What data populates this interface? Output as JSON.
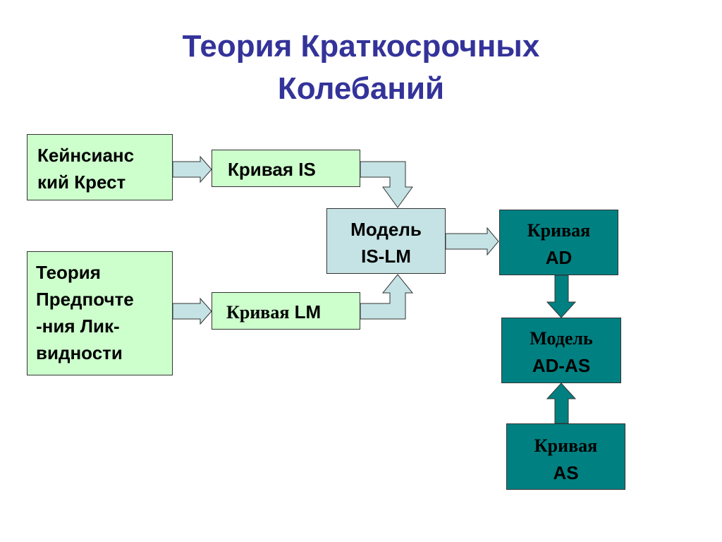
{
  "title": {
    "line1": "Теория Краткосрочных",
    "line2": "Колебаний"
  },
  "boxes": {
    "keynesian_cross": {
      "line1": "Кейнсианс",
      "line2": "кий Крест"
    },
    "liquidity_preference": {
      "line1": "Теория",
      "line2": "Предпочте",
      "line3": "-ния Лик-",
      "line4": "видности"
    },
    "is_curve": {
      "label": "Кривая IS"
    },
    "lm_curve": {
      "word": "Кривая",
      "code": "LM"
    },
    "is_lm_model": {
      "line1": "Модель",
      "line2": "IS-LM"
    },
    "ad_curve": {
      "line1": "Кривая",
      "line2": "AD"
    },
    "ad_as_model": {
      "line1": "Модель",
      "line2": "AD-AS"
    },
    "as_curve": {
      "line1": "Кривая",
      "line2": "AS"
    }
  },
  "colors": {
    "title": "#333399",
    "light_green": "#ccffcc",
    "light_blue": "#c5e3e5",
    "teal": "#008080",
    "arrow_fill": "#c5e3e5"
  }
}
